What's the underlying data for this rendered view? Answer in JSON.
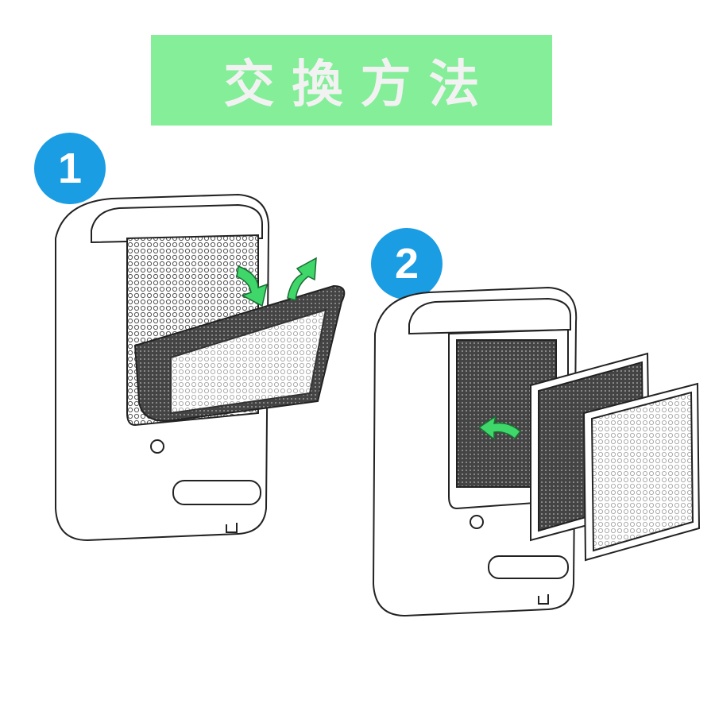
{
  "title": "交換方法",
  "steps": [
    {
      "number": "1"
    },
    {
      "number": "2"
    }
  ],
  "colors": {
    "banner": "#84ee98",
    "step_badge": "#1a9de3",
    "arrow": "#3fd66a"
  }
}
